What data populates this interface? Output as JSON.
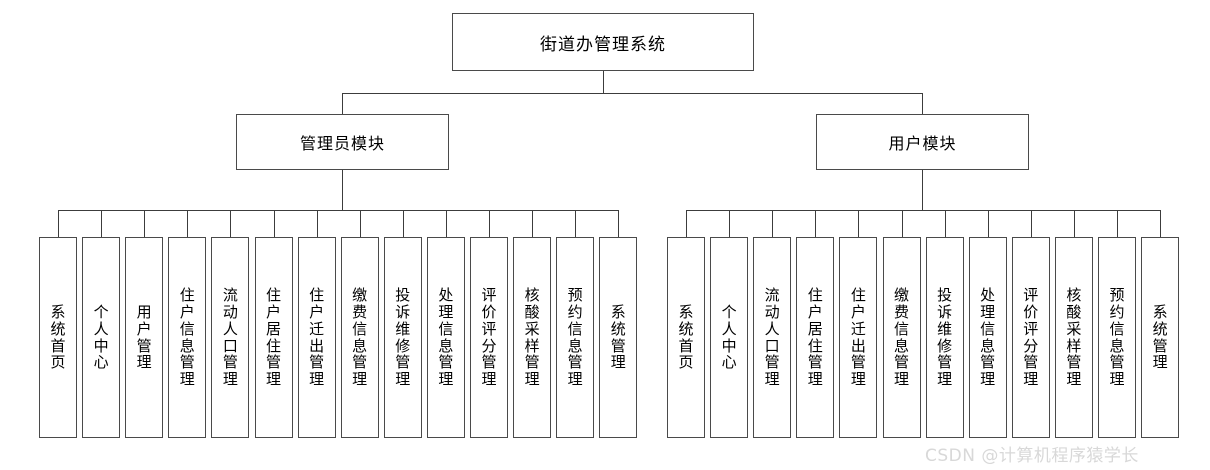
{
  "diagram": {
    "root": {
      "label": "街道办管理系统"
    },
    "modules": [
      {
        "label": "管理员模块"
      },
      {
        "label": "用户模块"
      }
    ],
    "admin_leaves": [
      {
        "label": "系统首页"
      },
      {
        "label": "个人中心"
      },
      {
        "label": "用户管理"
      },
      {
        "label": "住户信息管理"
      },
      {
        "label": "流动人口管理"
      },
      {
        "label": "住户居住管理"
      },
      {
        "label": "住户迁出管理"
      },
      {
        "label": "缴费信息管理"
      },
      {
        "label": "投诉维修管理"
      },
      {
        "label": "处理信息管理"
      },
      {
        "label": "评价评分管理"
      },
      {
        "label": "核酸采样管理"
      },
      {
        "label": "预约信息管理"
      },
      {
        "label": "系统管理"
      }
    ],
    "user_leaves": [
      {
        "label": "系统首页"
      },
      {
        "label": "个人中心"
      },
      {
        "label": "流动人口管理"
      },
      {
        "label": "住户居住管理"
      },
      {
        "label": "住户迁出管理"
      },
      {
        "label": "缴费信息管理"
      },
      {
        "label": "投诉维修管理"
      },
      {
        "label": "处理信息管理"
      },
      {
        "label": "评价评分管理"
      },
      {
        "label": "核酸采样管理"
      },
      {
        "label": "预约信息管理"
      },
      {
        "label": "系统管理"
      }
    ]
  },
  "watermark": {
    "text": "CSDN @计算机程序猿学长"
  },
  "colors": {
    "border": "#4a4a4a",
    "line": "#3c3c3c",
    "background": "#ffffff",
    "text": "#000000",
    "watermark": "#d8d8d8"
  }
}
